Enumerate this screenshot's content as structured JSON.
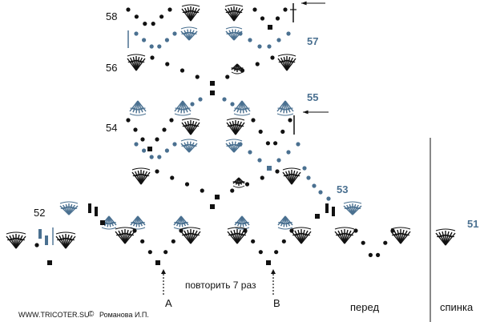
{
  "colors": {
    "black": "#111111",
    "blue": "#4a7090"
  },
  "rows_black": [
    {
      "label": "58"
    },
    {
      "label": "56"
    },
    {
      "label": "54"
    },
    {
      "label": "52"
    }
  ],
  "rows_blue": [
    {
      "label": "57"
    },
    {
      "label": "55"
    },
    {
      "label": "53"
    },
    {
      "label": "51"
    }
  ],
  "repeat_text": "повторить 7 раз",
  "marker_a": "A",
  "marker_b": "B",
  "front_label": "перед",
  "back_label": "спинка",
  "site": "WWW.TRICOTER.SU",
  "copyright": "©",
  "author": "Романова И.П."
}
